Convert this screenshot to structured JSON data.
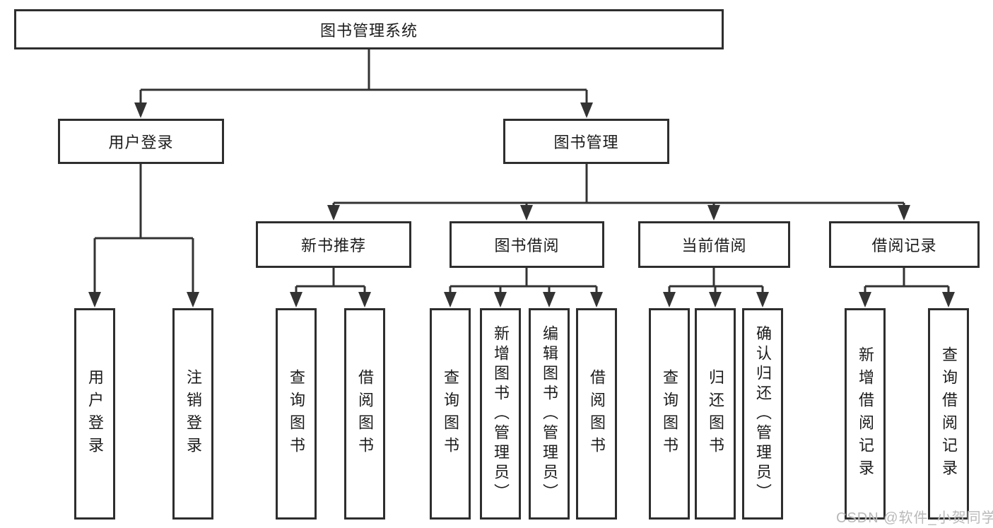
{
  "nodes": {
    "root": "图书管理系统",
    "user_login": "用户登录",
    "book_management": "图书管理",
    "new_book_recommendation": "新书推荐",
    "book_borrowing": "图书借阅",
    "current_borrowing": "当前借阅",
    "borrowing_records": "借阅记录",
    "login_user_login": "用户登录",
    "login_logout": "注销登录",
    "recommend_query_books": "查询图书",
    "recommend_borrow_books": "借阅图书",
    "borrowing_query_books": "查询图书",
    "borrowing_add_books": "新增图书（管理员）",
    "borrowing_edit_books": "编辑图书（管理员）",
    "borrowing_borrow_books": "借阅图书",
    "current_query_books": "查询图书",
    "current_return_books": "归还图书",
    "current_confirm_return": "确认归还（管理员）",
    "records_add_record": "新增借阅记录",
    "records_query_record": "查询借阅记录"
  },
  "watermark": "CSDN @软件_小贺同学"
}
